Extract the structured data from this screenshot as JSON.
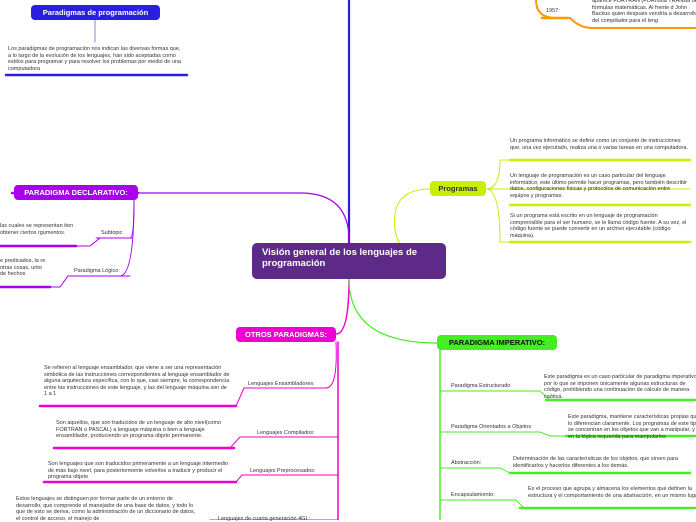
{
  "colors": {
    "central": "#5e2a8a",
    "blue": "#2a1fe0",
    "purple": "#a800ee",
    "magenta": "#ee00d0",
    "green": "#44ee22",
    "yellow_green": "#c8ee00",
    "orange": "#ff9900"
  },
  "central": {
    "title": "Visión general de los lenguajes de programación"
  },
  "paradigmas_prog": {
    "label": "Paradigmas de programación",
    "text": "Los paradigmas de programación nos indican las diversas formas que, a lo largo de la evolución de los lenguajes, han sido aceptadas como estilos para programar y para resolver los problemas por medio de una computadora"
  },
  "top_right": {
    "text1": "aparece FORTRAN (FORmula TRANsla de fórmulas matemáticas. Al frente d John Backus quien después vendría a desarrollo del compilador para el leng",
    "year": "1957:"
  },
  "programas": {
    "label": "Programas",
    "items": [
      "Un programa informático se define como un conjunto de instrucciones que, una vez ejecutado, realiza una o varias tareas en una computadora.",
      "Un lenguaje de programación es un caso particular del lenguaje informático; este último permite hacer programas, pero también describir datos, configuraciones físicas y protocolos de comunicación entre equipos y programas.",
      "Si un programa está escrito en un lenguaje de programación comprensible para el ser humano, se le llama código fuente. A su vez, el código fuente se puede convertir en un archivo ejecutable (código máquina)."
    ]
  },
  "declarativo": {
    "label": "PARADIGMA DECLARATIVO:",
    "sub1_label": "Subtopic",
    "sub1_text": "las cuales se representan iten obtener ciertos rgumentos.",
    "sub2_label": "Paradigma Lógico:",
    "sub2_text": "e predicados, la re otras cosas, unto de hechos"
  },
  "otros": {
    "label": "OTROS PARADIGMAS:",
    "items": [
      {
        "label": "Lenguajes Ensambladores:",
        "text": "Se refieren al lenguaje ensamblador, que viene a ser una representación simbólica de las instrucciones correspondientes al lenguaje ensamblador de alguna arquitectura específica, con lo que, casi siempre, la correspondencia entre las instrucciones de este lenguaje, y las del lenguaje máquina son de 1 a 1"
      },
      {
        "label": "Lenguajes Compilados:",
        "text": "Son aquellos, que son traducidos de un lenguaje de alto nivel(como FORTRAN o PASCAL) a lenguaje máquina o bien a lenguaje ensamblador, produciendo un programa objeto permanente."
      },
      {
        "label": "Lenguajes Preprocesados:",
        "text": "Son lenguajes que son traducidos primeramente a un lenguaje intermedio de más bajo nivel, para posteriormente volverlos a traducir y producir el programa objeto"
      },
      {
        "label": "Lenguajes de cuarta generación 4GL:",
        "text": "Estos lenguajes se distinguen por formar parte de un entorno de desarrollo, que comprende el manejador de una base de datos, y todo lo que de esto se deriva, como la administración de un diccionario de datos, el control de acceso, el manejo de"
      }
    ]
  },
  "imperativo": {
    "label": "PARADIGMA IMPERATIVO:",
    "items": [
      {
        "label": "Paradigma Estructurado",
        "text": "Este paradigma es un caso particular de paradigma imperativo, por lo que se imponen únicamente algunas estructuras de código, prohibiendo una continuación de cálculo de manera caótica."
      },
      {
        "label": "Paradigma Orientados a Objetos",
        "text": "Este paradigma, mantiene características propias que lo diferencian claramente. Los programas de este tipo se concentran en los objetos que van a manipular, y no en la lógica requerida para manipularlos"
      },
      {
        "label": "Abstracción:",
        "text": "Determinación de las características de los objetos, que sirven para identificarlos y hacerlos diferentes a los demás."
      },
      {
        "label": "Encapsulamiento:",
        "text": "Es el proceso que agrupa y almacena los elementos que definen la estructura y el comportamiento de una abstracción, en un mismo lugar."
      }
    ]
  }
}
